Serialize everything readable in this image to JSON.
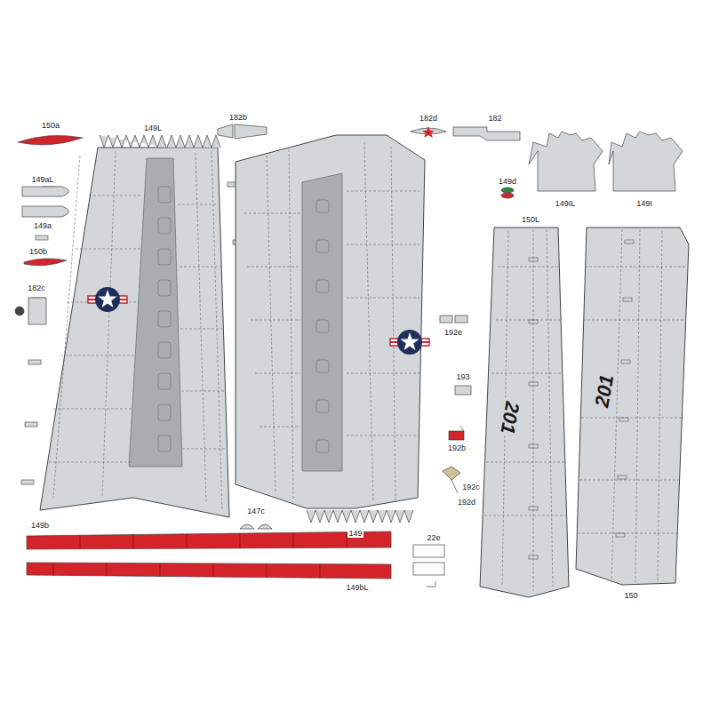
{
  "diagram": {
    "labels": [
      "150a",
      "149L",
      "182b",
      "182d",
      "182",
      "149aL",
      "149a",
      "149d",
      "149IL",
      "149I",
      "150b",
      "182c",
      "150L",
      "192e",
      "193",
      "192b",
      "192c",
      "192d",
      "147c",
      "149",
      "22e",
      "149b",
      "149bL",
      "150",
      "201",
      "201"
    ]
  }
}
